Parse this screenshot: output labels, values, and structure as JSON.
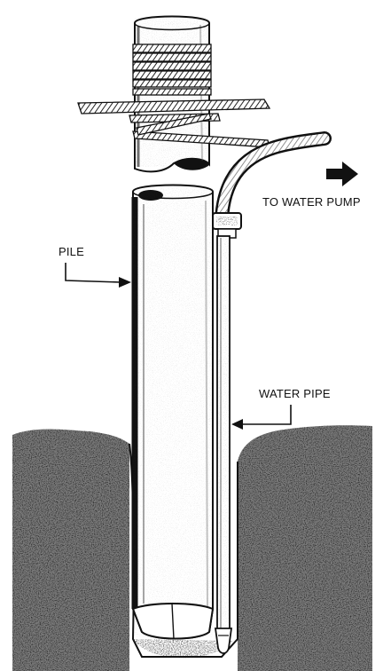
{
  "labels": {
    "pump": "TO WATER PUMP",
    "pile": "PILE",
    "pipe": "WATER PIPE"
  },
  "colors": {
    "ink": "#111111",
    "paper": "#ffffff",
    "soil": "#1a1a1a"
  }
}
